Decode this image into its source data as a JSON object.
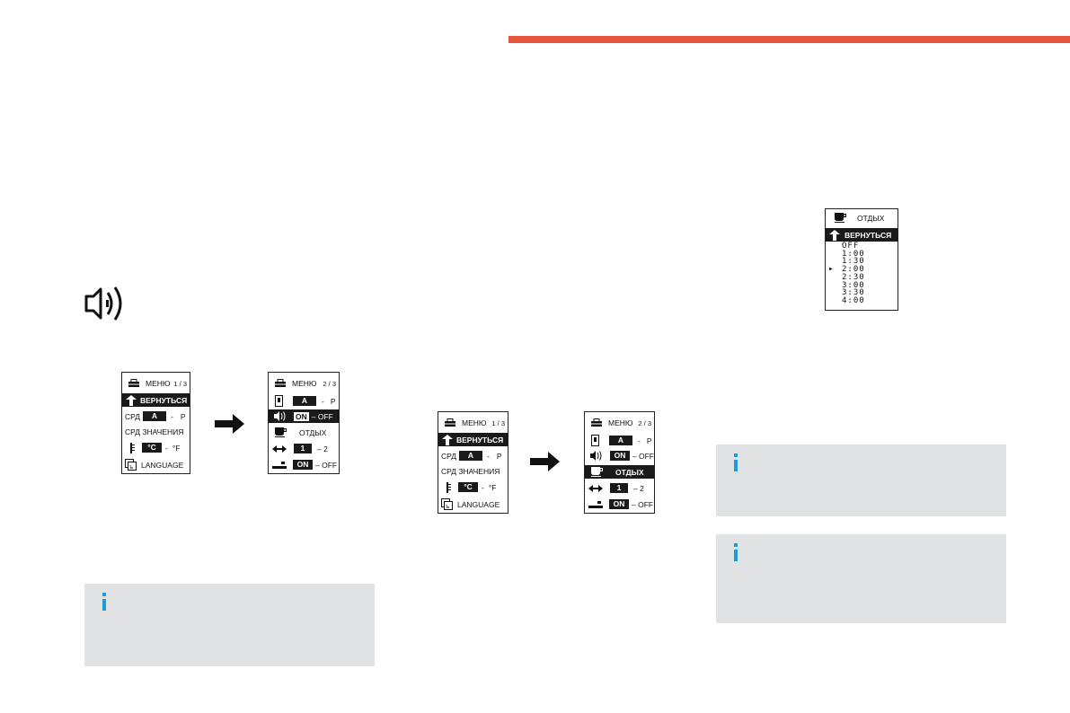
{
  "menu_title": "МЕНЮ",
  "page1": "1 / 3",
  "page2": "2 / 3",
  "back": "ВЕРНУТЬСЯ",
  "srd": "СРД",
  "a": "A",
  "dash": "-",
  "p": "P",
  "srd_values": "СРД ЗНАЧЕНИЯ",
  "celsius": "°C",
  "fahrenheit": "°F",
  "language": "LANGUAGE",
  "on": "ON",
  "off_sep": "– OFF",
  "rest": "ОТДЫХ",
  "one": "1",
  "two_sep": "–   2",
  "rest_options": [
    "OFF",
    "1:00",
    "1:30",
    "2:00",
    "2:30",
    "3:00",
    "3:30",
    "4:00"
  ],
  "rest_selected_index": 3,
  "colors": {
    "accent": "#e8553f",
    "note_bg": "#e1e2e4",
    "info": "#1e9ad6"
  }
}
